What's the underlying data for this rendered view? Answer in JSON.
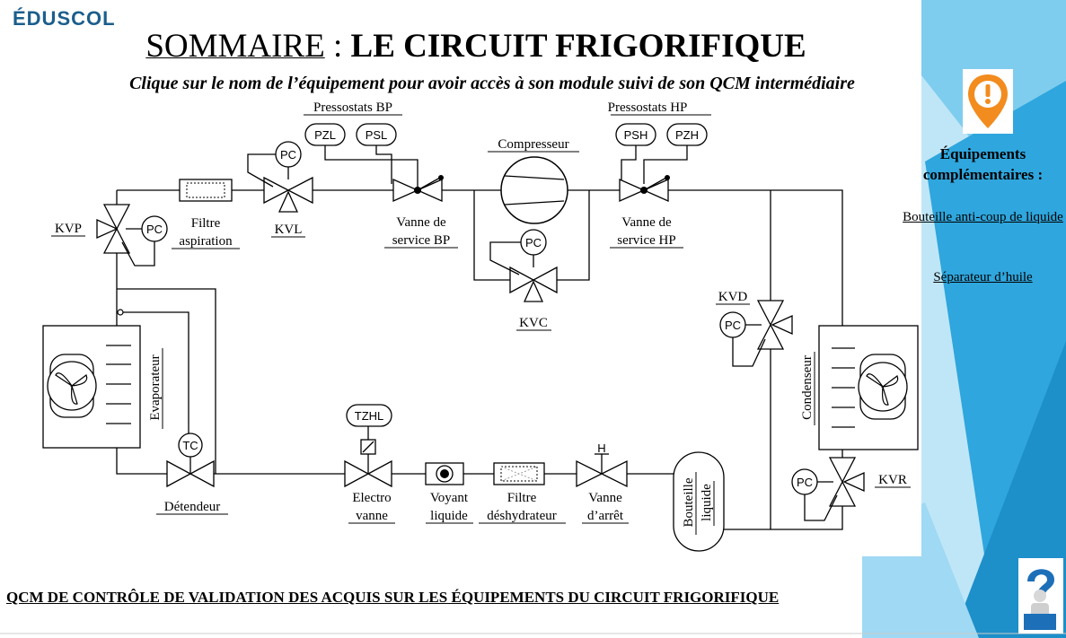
{
  "header": {
    "logo_text": "ÉDUSCOL",
    "title_part1": "SOMMAIRE",
    "title_sep": " : ",
    "title_part2": "LE CIRCUIT FRIGORIFIQUE",
    "subtitle": "Clique sur le nom de l’équipement pour avoir accès à son module suivi de son QCM  intermédiaire"
  },
  "diagram": {
    "pressostats_bp": "Pressostats BP",
    "pressostats_hp": "Pressostats HP",
    "pzl": "PZL",
    "psl": "PSL",
    "psh": "PSH",
    "pzh": "PZH",
    "compresseur": "Compresseur",
    "kvc": "KVC",
    "kvp": "KVP",
    "kvl": "KVL",
    "kvd": "KVD",
    "kvr": "KVR",
    "pc": "PC",
    "tc": "TC",
    "tzhl": "TZHL",
    "h": "H",
    "filtre_aspiration": [
      "Filtre",
      "aspiration"
    ],
    "vanne_service_bp": [
      "Vanne de",
      "service BP"
    ],
    "vanne_service_hp": [
      "Vanne de",
      "service HP"
    ],
    "evaporateur": "Evaporateur",
    "condenseur": "Condenseur",
    "detendeur": "Détendeur",
    "electro_vanne": [
      "Electro",
      "vanne"
    ],
    "voyant_liquide": [
      "Voyant",
      "liquide"
    ],
    "filtre_deshydrateur": [
      "Filtre",
      "déshydrateur"
    ],
    "vanne_arret": [
      "Vanne",
      "d’arrêt"
    ],
    "bouteille_liquide": [
      "Bouteille",
      "liquide"
    ]
  },
  "sidebar": {
    "title_line1": "Équipements",
    "title_line2": "complémentaires :",
    "link1": "Bouteille anti-coup de liquide",
    "link2": "Séparateur d’huile"
  },
  "footer": {
    "qcm_link": "QCM DE CONTRÔLE  DE VALIDATION DES ACQUIS SUR LES ÉQUIPEMENTS DU CIRCUIT FRIGORIFIQUE"
  },
  "colors": {
    "brand_blue": "#1b5e8c",
    "panel_blue": "#2fa6dd",
    "panel_light": "#8fd0ef",
    "alert_orange": "#f28c1e"
  }
}
